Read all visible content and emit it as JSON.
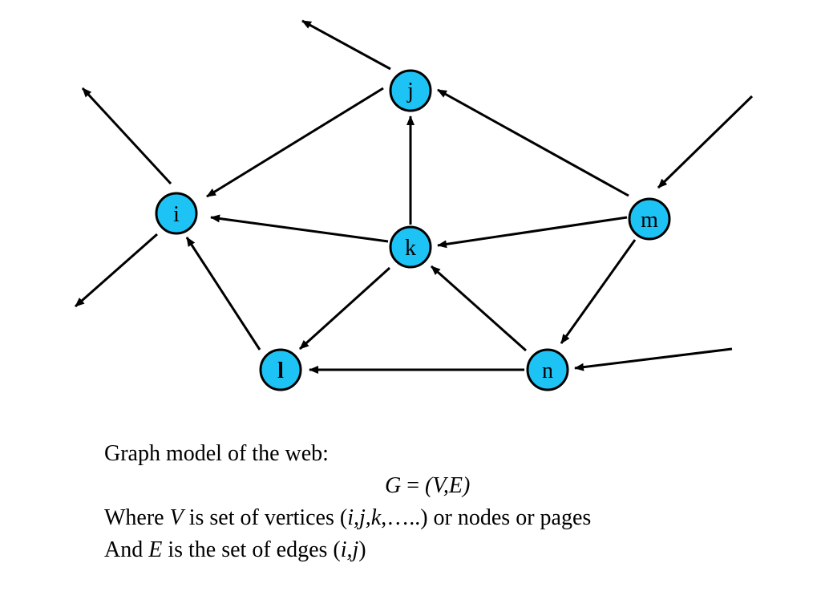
{
  "colors": {
    "node_fill": "#1ec3f5",
    "node_stroke": "#000000",
    "edge": "#000000"
  },
  "nodes": {
    "j": "j",
    "i": "i",
    "k": "k",
    "m": "m",
    "l": "l",
    "n": "n"
  },
  "caption": {
    "line1": "Graph model of the web:",
    "equation": {
      "g": "G",
      "eq": " = ",
      "set": "(V,E)"
    },
    "line3": {
      "prefix": "Where ",
      "v": "V",
      "mid": " is set of vertices (",
      "vertices": "i,j,k",
      "suffix": ",…..) or nodes or pages"
    },
    "line4": {
      "prefix": "And ",
      "e": "E",
      "mid": " is the set of edges (",
      "edge": "i,j",
      "suffix": ")"
    }
  }
}
